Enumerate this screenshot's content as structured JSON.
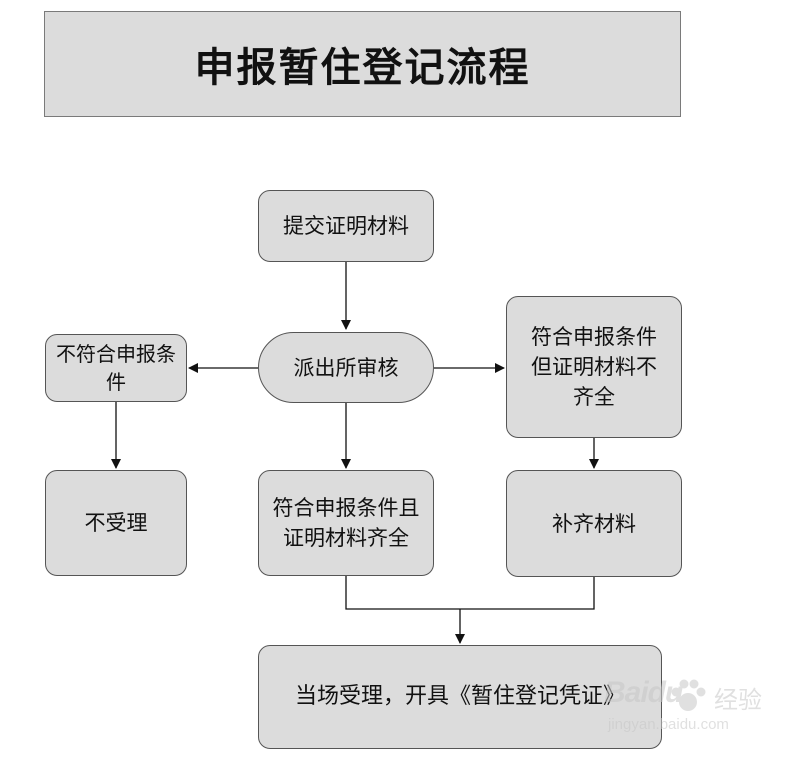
{
  "title": "申报暂住登记流程",
  "nodes": {
    "submit": "提交证明材料",
    "review": "派出所审核",
    "not_qualified": "不符合申报条件",
    "rejected": "不受理",
    "qualified_complete": "符合申报条件且证明材料齐全",
    "qualified_incomplete": "符合申报条件但证明材料不齐全",
    "supplement": "补齐材料",
    "accept": "当场受理，开具《暂住登记凭证》"
  },
  "watermark": {
    "logo": "Baidu",
    "text": "经验",
    "url": "jingyan.baidu.com"
  }
}
